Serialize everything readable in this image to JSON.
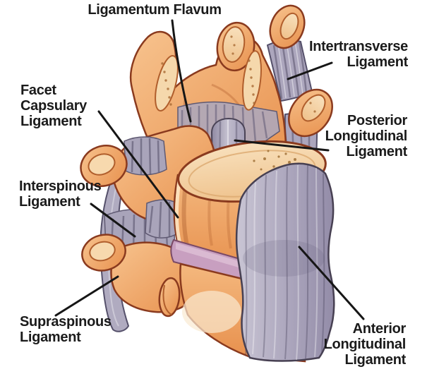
{
  "figure": {
    "description_colors": {
      "background": "#FFFFFF",
      "bone": "#EFA263",
      "bone_outline": "#8A3A1E",
      "bone_cut_surface": "#F5D8AC",
      "ligament": "#ACA7BD",
      "ligament_outline": "#4A4356",
      "disc": "#C89FC0",
      "label_text": "#1B1B1B",
      "leader_line": "#161616"
    },
    "labels": [
      {
        "id": "ligamentum-flavum",
        "text": "Ligamentum Flavum"
      },
      {
        "id": "intertransverse-ligament",
        "text": "Intertransverse\nLigament"
      },
      {
        "id": "facet-capsulary-ligament",
        "text": "Facet\nCapsulary\nLigament"
      },
      {
        "id": "posterior-longitudinal-ligament",
        "text": "Posterior\nLongitudinal\nLigament"
      },
      {
        "id": "interspinous-ligament",
        "text": "Interspinous\nLigament"
      },
      {
        "id": "supraspinous-ligament",
        "text": "Supraspinous\nLigament"
      },
      {
        "id": "anterior-longitudinal-ligament",
        "text": "Anterior\nLongitudinal\nLigament"
      }
    ]
  }
}
